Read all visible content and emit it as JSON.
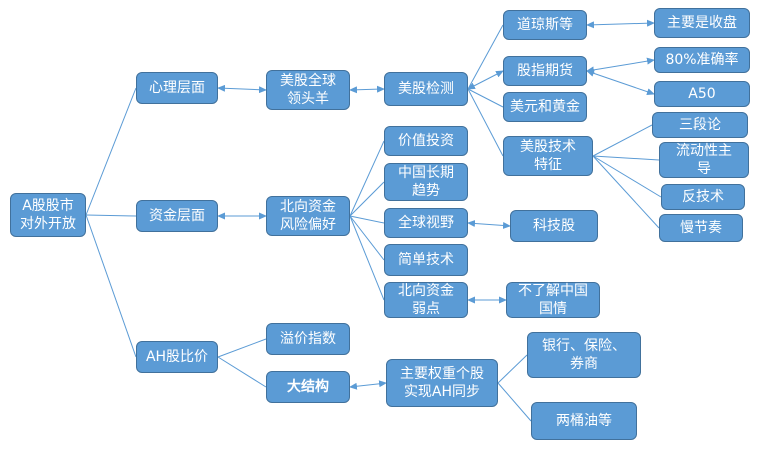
{
  "diagram": {
    "line_color": "#5b9bd5",
    "node_fill": "#5b9bd5",
    "node_border": "#41719c",
    "text_color": "#ffffff",
    "nodes": {
      "root": "A股股市\n对外开放",
      "psych": "心理层面",
      "capital": "资金层面",
      "ah_price": "AH股比价",
      "us_leader": "美股全球\n领头羊",
      "north_pref": "北向资金\n风险偏好",
      "premium_idx": "溢价指数",
      "big_structure": "大结构",
      "us_monitor": "美股检测",
      "value_invest": "价值投资",
      "china_long": "中国长期\n趋势",
      "global_view": "全球视野",
      "simple_tech": "简单技术",
      "north_weak": "北向资金\n弱点",
      "ah_sync": "主要权重个股\n实现AH同步",
      "dow": "道琼斯等",
      "index_futures": "股指期货",
      "usd_gold": "美元和黄金",
      "us_tech_feature": "美股技术\n特征",
      "tech_stocks": "科技股",
      "not_know_china": "不了解中国\n国情",
      "banks": "银行、保险、\n券商",
      "oil": "两桶油等",
      "closing": "主要是收盘",
      "accuracy": "80%准确率",
      "a50": "A50",
      "three_stage": "三段论",
      "liquidity": "流动性主\n导",
      "anti_tech": "反技术",
      "slow_rhythm": "慢节奏"
    }
  }
}
